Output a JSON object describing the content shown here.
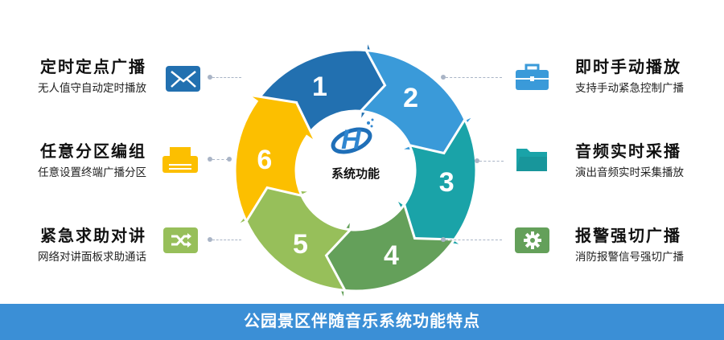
{
  "left_features": [
    {
      "title": "定时定点广播",
      "subtitle": "无人值守自动定时播放",
      "icon": "envelope-icon",
      "color": "#2270b0"
    },
    {
      "title": "任意分区编组",
      "subtitle": "任意设置终端广播分区",
      "icon": "printer-icon",
      "color": "#fcbf00"
    },
    {
      "title": "紧急求助对讲",
      "subtitle": "网络对讲面板求助通话",
      "icon": "shuffle-icon",
      "color": "#97bf5a"
    }
  ],
  "right_features": [
    {
      "title": "即时手动播放",
      "subtitle": "支持手动紧急控制广播",
      "icon": "briefcase-icon",
      "color": "#3a9ad9"
    },
    {
      "title": "音频实时采播",
      "subtitle": "演出音频实时采集播放",
      "icon": "folder-icon",
      "color": "#1aa3a8"
    },
    {
      "title": "报警强切广播",
      "subtitle": "消防报警信号强切广播",
      "icon": "gear-icon",
      "color": "#64a05a"
    }
  ],
  "cycle": {
    "center_label": "系统功能",
    "segments": [
      {
        "number": "1",
        "color": "#2270b0"
      },
      {
        "number": "2",
        "color": "#3a9ad9"
      },
      {
        "number": "3",
        "color": "#1aa3a8"
      },
      {
        "number": "4",
        "color": "#64a05a"
      },
      {
        "number": "5",
        "color": "#97bf5a"
      },
      {
        "number": "6",
        "color": "#fcbf00"
      }
    ]
  },
  "footer": {
    "title": "公园景区伴随音乐系统功能特点"
  }
}
